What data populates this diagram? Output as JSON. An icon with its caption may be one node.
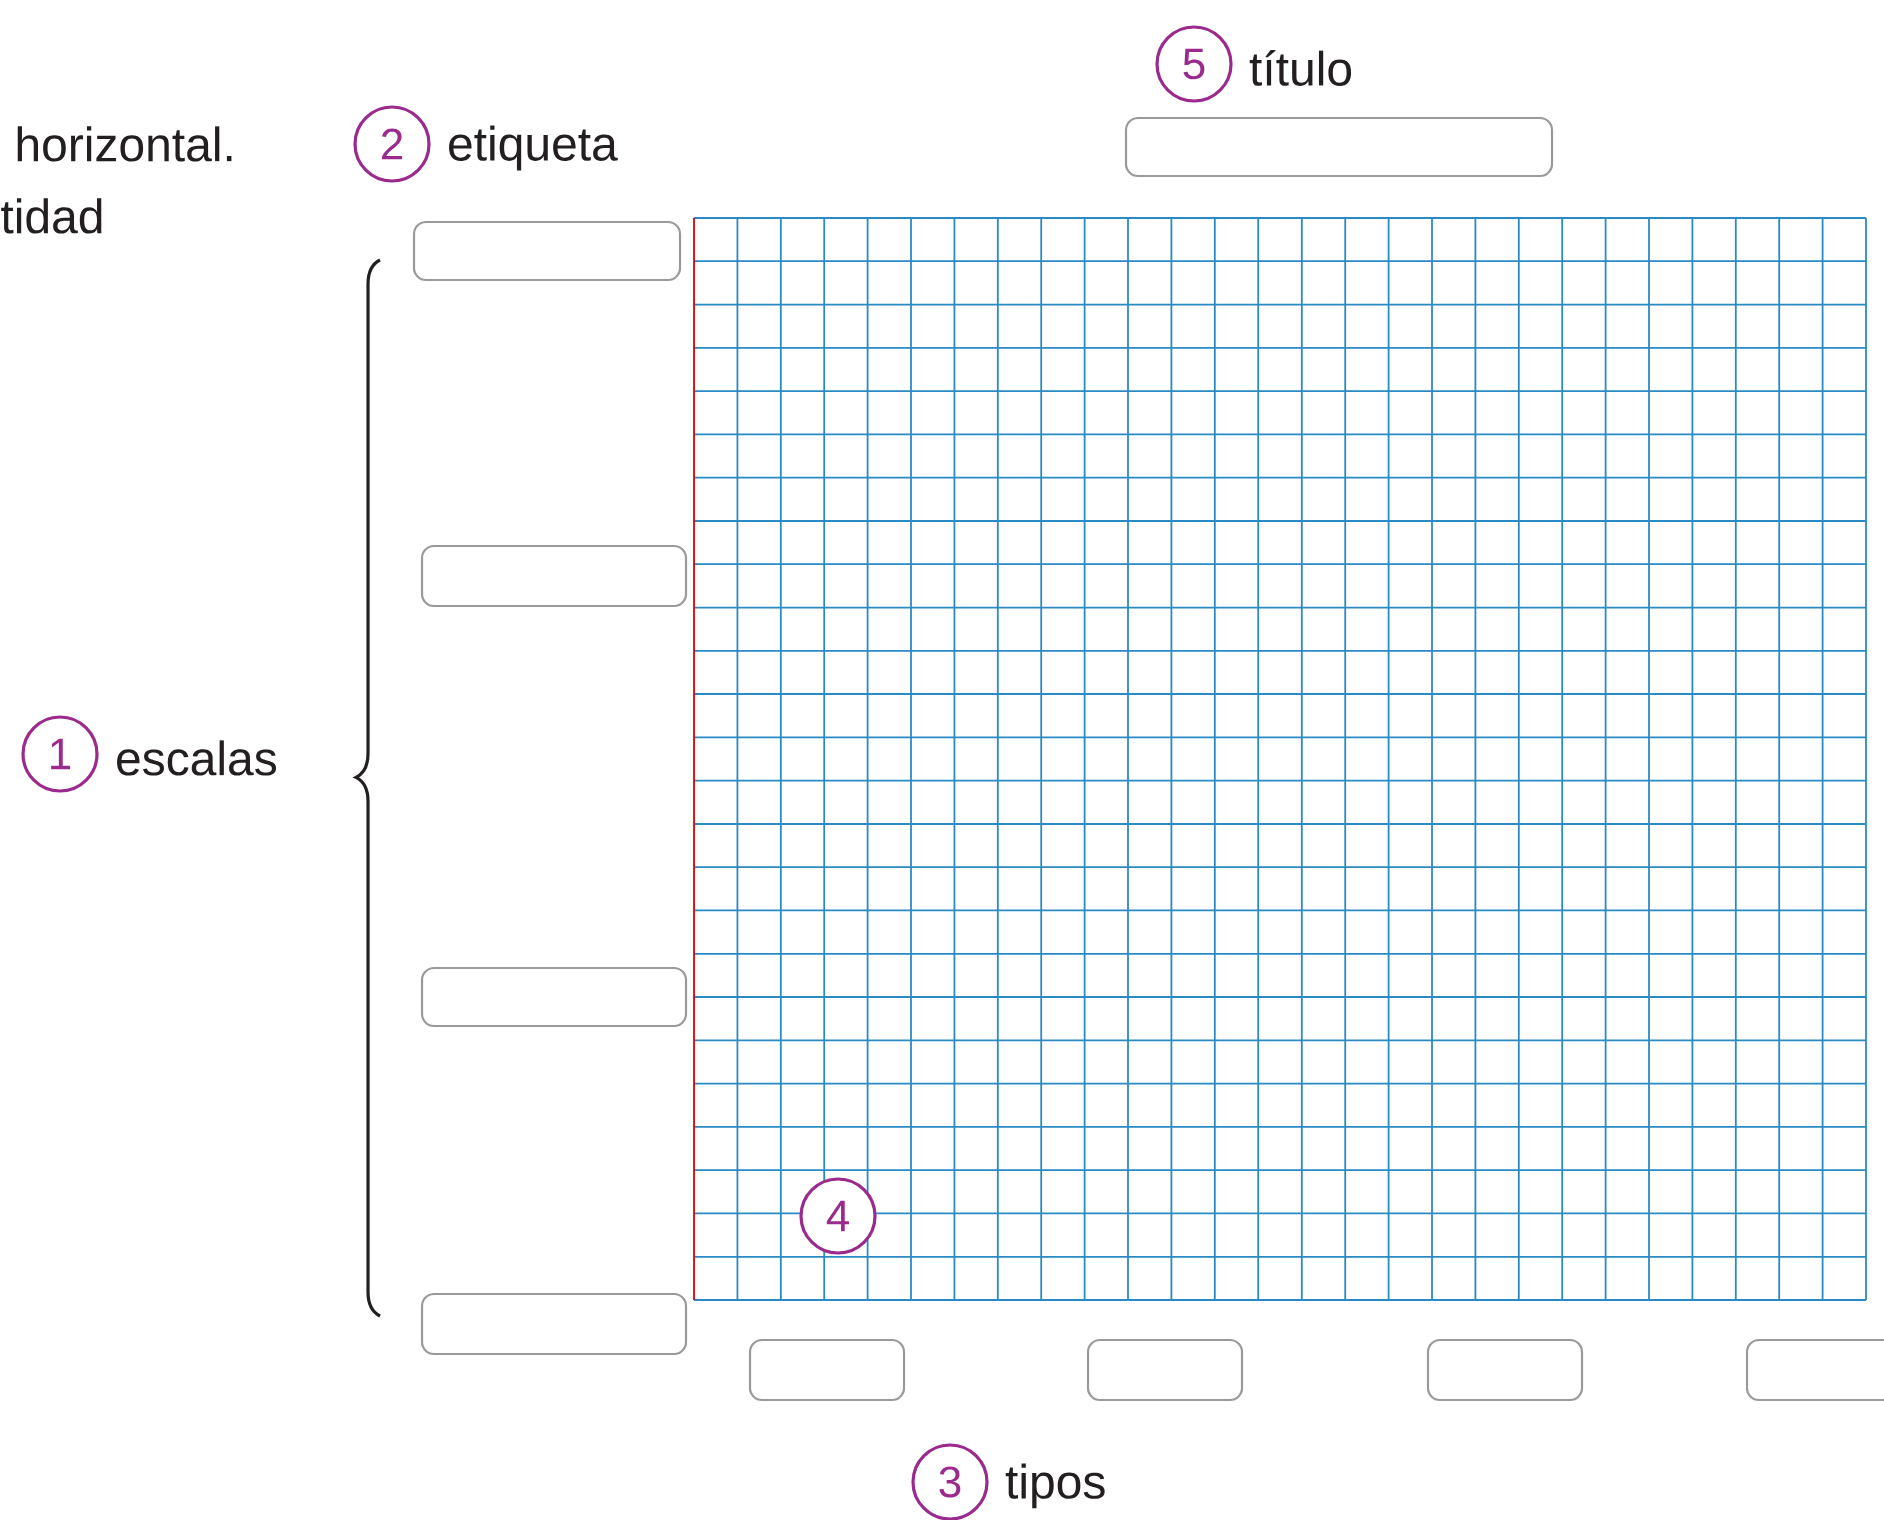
{
  "diagram": {
    "nodes": [
      {
        "text": [
          "5"
        ],
        "beside": [
          "título"
        ]
      },
      {
        "text": [
          "2"
        ],
        "beside": [
          "etiqueta"
        ]
      },
      {
        "text": [],
        "shape": "box"
      },
      {
        "text": [],
        "shape": "box"
      },
      {
        "text": [],
        "shape": "box"
      },
      {
        "text": [
          "1"
        ],
        "beside": [
          "escalas"
        ]
      },
      {
        "text": [],
        "shape": "box"
      },
      {
        "text": [
          "4"
        ]
      },
      {
        "text": [],
        "shape": "box"
      },
      {
        "text": [],
        "shape": "box"
      },
      {
        "text": [],
        "shape": "box"
      },
      {
        "text": [],
        "shape": "box"
      },
      {
        "text": [],
        "shape": "box"
      },
      {
        "text": [
          "3"
        ],
        "beside": [
          "tipos"
        ]
      }
    ],
    "labels": [
      "horizontal.",
      "tidad"
    ]
  }
}
